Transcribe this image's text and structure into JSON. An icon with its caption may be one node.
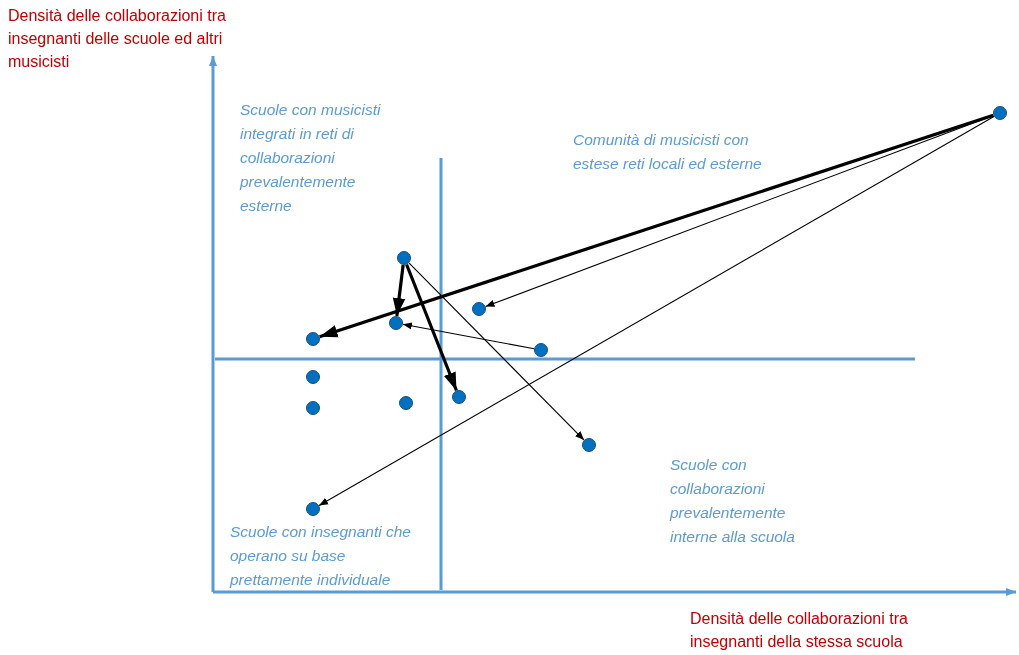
{
  "diagram": {
    "nodes": [
      {
        "text": [],
        "shape": "circle"
      },
      {
        "text": [],
        "shape": "circle"
      },
      {
        "text": [],
        "shape": "circle"
      },
      {
        "text": [],
        "shape": "circle"
      },
      {
        "text": [],
        "shape": "circle"
      },
      {
        "text": [],
        "shape": "circle"
      },
      {
        "text": [],
        "shape": "circle"
      },
      {
        "text": [],
        "shape": "circle"
      },
      {
        "text": [],
        "shape": "circle"
      },
      {
        "text": [],
        "shape": "circle"
      },
      {
        "text": [],
        "shape": "circle"
      },
      {
        "text": [],
        "shape": "circle"
      }
    ],
    "edges": [
      {
        "from": 0,
        "to": 4,
        "arrow": "to",
        "style": "thick"
      },
      {
        "from": 0,
        "to": 2,
        "arrow": "to"
      },
      {
        "from": 0,
        "to": 11,
        "arrow": "to"
      },
      {
        "from": 1,
        "to": 3,
        "arrow": "to",
        "style": "thick"
      },
      {
        "from": 1,
        "to": 7,
        "arrow": "to",
        "style": "thick"
      },
      {
        "from": 1,
        "to": 10,
        "arrow": "to"
      },
      {
        "from": 5,
        "to": 3,
        "arrow": "to"
      }
    ],
    "labels": [
      "Densità delle collaborazioni tra insegnanti delle scuole ed altri musicisti",
      "Scuole con musicisti integrati in reti di collaborazioni prevalentemente esterne",
      "Comunità di musicisti con estese reti locali ed esterne",
      "Scuole con collaborazioni prevalentemente interne alla scuola",
      "Scuole con insegnanti che operano su base prettamente individuale",
      "Densità delle collaborazioni tra insegnanti della stessa scuola"
    ]
  }
}
